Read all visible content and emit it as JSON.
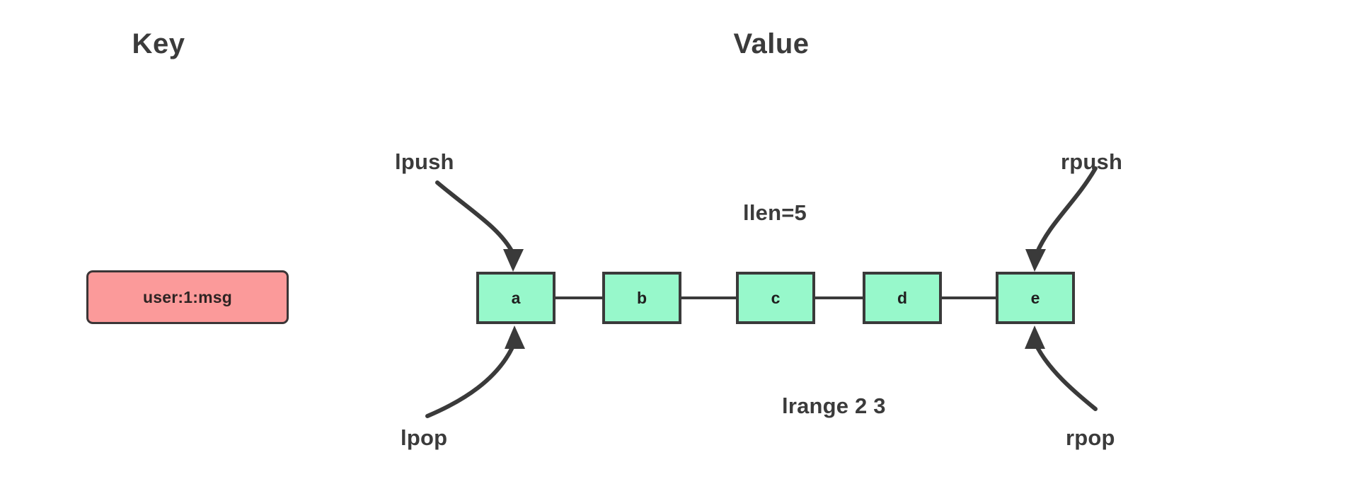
{
  "headings": {
    "key": "Key",
    "value": "Value"
  },
  "key_entry": {
    "label": "user:1:msg",
    "fill": "#fb9a9a",
    "stroke": "#3b3536"
  },
  "list": {
    "fill": "#97f8cb",
    "stroke": "#3a3a3a",
    "nodes": [
      {
        "label": "a"
      },
      {
        "label": "b"
      },
      {
        "label": "c"
      },
      {
        "label": "d"
      },
      {
        "label": "e"
      }
    ]
  },
  "operations": {
    "lpush": "lpush",
    "rpush": "rpush",
    "lpop": "lpop",
    "rpop": "rpop"
  },
  "annotations": {
    "llen": "llen=5",
    "lrange": "lrange 2 3"
  },
  "colors": {
    "text": "#3b3b3b",
    "node_fill": "#97f8cb",
    "key_fill": "#fb9a9a",
    "outline": "#3a3a3a",
    "background": "#ffffff"
  }
}
